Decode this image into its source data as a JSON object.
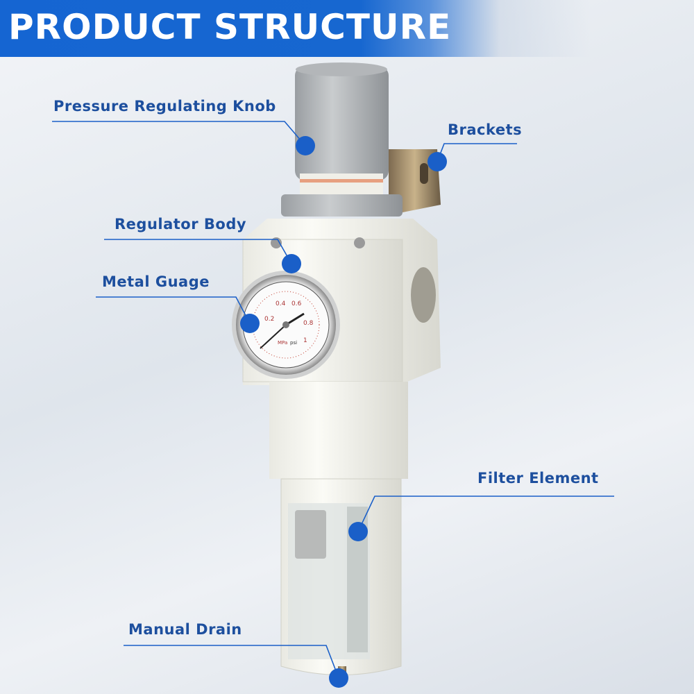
{
  "header": {
    "title": "PRODUCT STRUCTURE"
  },
  "callouts": [
    {
      "label": "Pressure Regulating Knob"
    },
    {
      "label": "Brackets"
    },
    {
      "label": "Regulator Body"
    },
    {
      "label": "Metal Guage"
    },
    {
      "label": "Filter Element"
    },
    {
      "label": "Manual Drain"
    }
  ],
  "gauge": {
    "ticks": [
      "0.2",
      "0.4",
      "0.6",
      "0.8",
      "1"
    ],
    "units": [
      "MPa",
      "psi"
    ]
  },
  "colors": {
    "accent": "#1a5fc8",
    "label_text": "#1d4f9e",
    "header": "#1565d2"
  }
}
